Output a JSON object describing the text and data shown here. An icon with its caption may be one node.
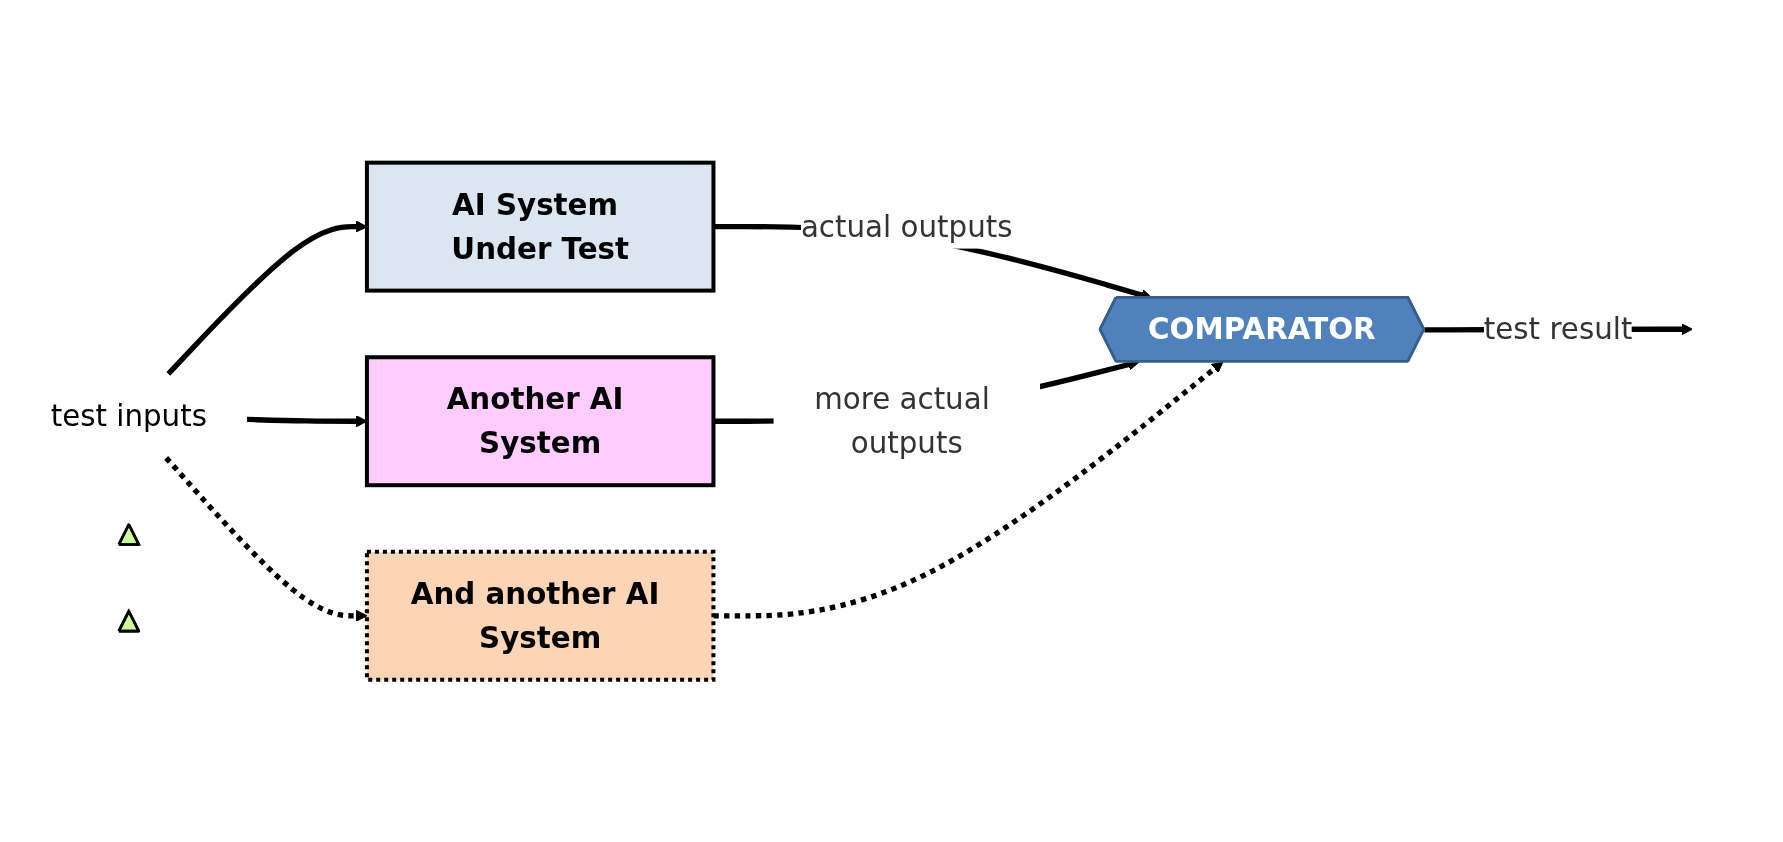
{
  "diagram": {
    "nodes": [
      {
        "text": [
          "test inputs"
        ]
      },
      {
        "text": [
          "AI System Under Test"
        ]
      },
      {
        "text": [
          "Another AI System"
        ]
      },
      {
        "text": [
          "And another AI System"
        ]
      },
      {
        "text": [
          "COMPARATOR"
        ]
      },
      {
        "text": [],
        "shape": "triangle"
      },
      {
        "text": [],
        "shape": "triangle"
      }
    ],
    "edges": [
      {
        "from": 0,
        "to": 1,
        "arrow": "to"
      },
      {
        "from": 0,
        "to": 2,
        "arrow": "to"
      },
      {
        "from": 0,
        "to": 3,
        "arrow": "to",
        "style": "dashed"
      },
      {
        "from": 1,
        "to": 4,
        "arrow": "to",
        "label": "actual outputs"
      },
      {
        "from": 2,
        "to": 4,
        "arrow": "to",
        "label": "more actual outputs"
      },
      {
        "from": 3,
        "to": 4,
        "arrow": "to",
        "style": "dashed"
      },
      {
        "from": 4,
        "to": null,
        "arrow": "to",
        "label": "test result"
      }
    ]
  }
}
